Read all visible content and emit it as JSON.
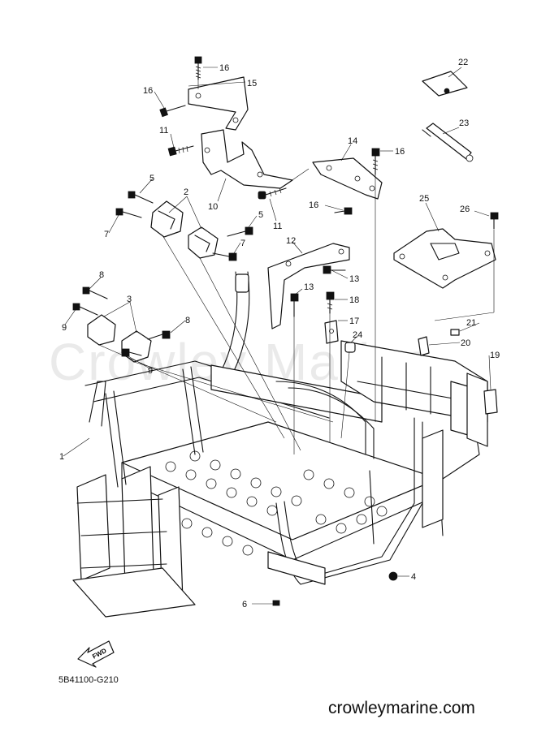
{
  "diagram": {
    "callouts": [
      "1",
      "2",
      "3",
      "4",
      "5",
      "6",
      "7",
      "8",
      "9",
      "10",
      "11",
      "12",
      "13",
      "14",
      "15",
      "16",
      "17",
      "18",
      "19",
      "20",
      "21",
      "22",
      "23",
      "24",
      "25",
      "26"
    ],
    "callout_extra": {
      "n16b": "16",
      "n16c": "16",
      "n16d": "16",
      "n11b": "11",
      "n5b": "5",
      "n7b": "7",
      "n8b": "8",
      "n9b": "9",
      "n13b": "13"
    },
    "fwd_label": "FWD",
    "part_code": "5B41100-G210",
    "watermark": "Crowley Marine",
    "site": "crowleymarine.com"
  }
}
